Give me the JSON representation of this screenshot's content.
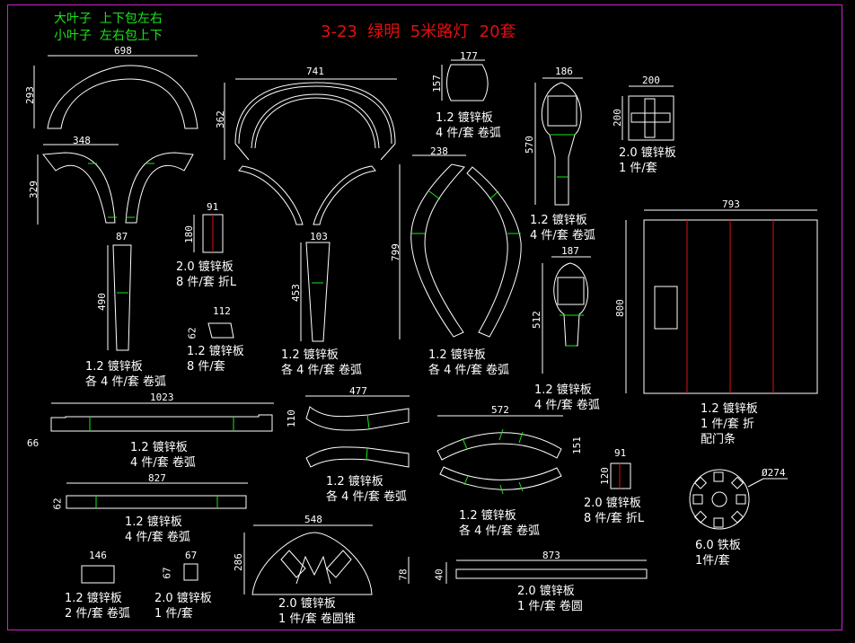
{
  "notes": {
    "line1": "大叶子  上下包左右",
    "line2": "小叶子  左右包上下"
  },
  "title": "3-23  绿明  5米路灯  20套",
  "colors": {
    "background": "#000000",
    "frame": "#d020d0",
    "line": "#ffffff",
    "bend": "#19e619",
    "fold": "#e01010",
    "title": "#e01010",
    "notes": "#19e619"
  },
  "dimensions": {
    "big_arch_w": "698",
    "big_arch_h": "293",
    "double_arch_w": "741",
    "double_arch_h": "362",
    "leaf_w": "348",
    "leaf_h": "329",
    "stem_w": "87",
    "stem_h": "490",
    "bracket1_w": "91",
    "bracket1_h": "180",
    "plate_w": "112",
    "plate_h": "62",
    "stem2_w": "103",
    "stem2_h": "453",
    "curve_w": "238",
    "curve_h": "799",
    "box_w": "177",
    "box_h": "157",
    "paddle_w": "186",
    "paddle_h": "570",
    "cross_w": "200",
    "cross_h": "200",
    "paddle2_w": "187",
    "paddle2_h": "512",
    "door_w": "793",
    "door_h": "800",
    "strip1_w": "1023",
    "strip1_h": "66",
    "s_curve_w": "477",
    "s_curve_h": "110",
    "arc_w": "572",
    "arc_h": "151",
    "strip2_w": "827",
    "strip2_h": "62",
    "bracket2_w": "91",
    "bracket2_h": "120",
    "disc_d": "Ø274",
    "small_w": "146",
    "sq_w": "67",
    "sq_h": "67",
    "fan_w": "548",
    "fan_h": "286",
    "ring_h": "78",
    "bar_w": "873",
    "bar_h": "40"
  },
  "parts": [
    {
      "spec": "1.2 镀锌板",
      "qty": "4 件/套 卷弧"
    },
    {
      "spec": "2.0 镀锌板",
      "qty": "1 件/套"
    },
    {
      "spec": "1.2 镀锌板",
      "qty": "4 件/套 卷弧"
    },
    {
      "spec": "2.0 镀锌板",
      "qty": "8 件/套 折L"
    },
    {
      "spec": "1.2 镀锌板",
      "qty": "8 件/套"
    },
    {
      "spec": "1.2 镀锌板",
      "qty": "各 4 件/套 卷弧"
    },
    {
      "spec": "1.2 镀锌板",
      "qty": "各 4 件/套 卷弧"
    },
    {
      "spec": "1.2 镀锌板",
      "qty": "各 4 件/套 卷弧"
    },
    {
      "spec": "1.2 镀锌板",
      "qty": "4 件/套 卷弧"
    },
    {
      "spec": "1.2 镀锌板",
      "qty": "1 件/套 折",
      "extra": "配门条"
    },
    {
      "spec": "1.2 镀锌板",
      "qty": "4 件/套 卷弧"
    },
    {
      "spec": "1.2 镀锌板",
      "qty": "各 4 件/套 卷弧"
    },
    {
      "spec": "1.2 镀锌板",
      "qty": "各 4 件/套 卷弧"
    },
    {
      "spec": "2.0 镀锌板",
      "qty": "8 件/套 折L"
    },
    {
      "spec": "6.0 铁板",
      "qty": "1件/套"
    },
    {
      "spec": "1.2 镀锌板",
      "qty": "4 件/套 卷弧"
    },
    {
      "spec": "1.2 镀锌板",
      "qty": "2 件/套 卷弧"
    },
    {
      "spec": "2.0 镀锌板",
      "qty": "1 件/套"
    },
    {
      "spec": "2.0 镀锌板",
      "qty": "1 件/套 卷圆锥"
    },
    {
      "spec": "2.0 镀锌板",
      "qty": "1 件/套 卷圆"
    }
  ]
}
